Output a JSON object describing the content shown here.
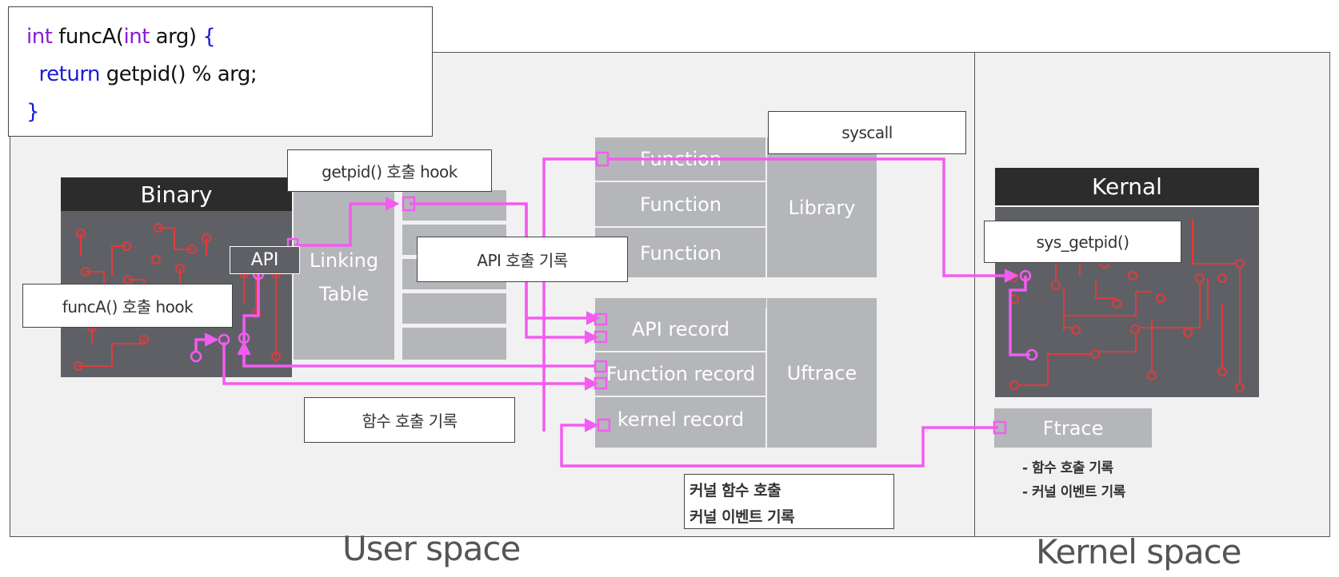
{
  "code": {
    "kw_int": "int",
    "fn_name": " funcA(",
    "kw_int2": "int",
    "arg_close": " arg)",
    "brace_open": " {",
    "indent": "  ",
    "kw_return": "return",
    "return_expr": " getpid() % arg;",
    "brace_close": "}"
  },
  "binary": {
    "title": "Binary",
    "api_label": "API"
  },
  "linking_table": {
    "line1": "Linking",
    "line2": "Table"
  },
  "library": {
    "label": "Library",
    "functions": [
      "Function",
      "Function",
      "Function"
    ]
  },
  "uftrace": {
    "label": "Uftrace",
    "records": [
      "API record",
      "Function record",
      "kernel record"
    ]
  },
  "kernel": {
    "title": "Kernal"
  },
  "ftrace": {
    "title": "Ftrace",
    "notes": [
      "- 함수 호출 기록",
      "- 커널 이벤트 기록"
    ]
  },
  "callouts": {
    "getpid_hook": "getpid() 호출 hook",
    "funcA_hook": "funcA() 호출 hook",
    "api_record": "API 호출 기록",
    "function_record": "함수 호출 기록",
    "syscall": "syscall",
    "sys_getpid": "sys_getpid()",
    "kernel_call_line1": "커널 함수 호출",
    "kernel_call_line2": "커널 이벤트 기록"
  },
  "spaces": {
    "user": "User space",
    "kernel": "Kernel space"
  },
  "colors": {
    "trace_line": "#f25cf0",
    "circuit": "#e23a3a",
    "keyword_purple": "#8a1bd6",
    "keyword_blue": "#1a1ad6"
  }
}
